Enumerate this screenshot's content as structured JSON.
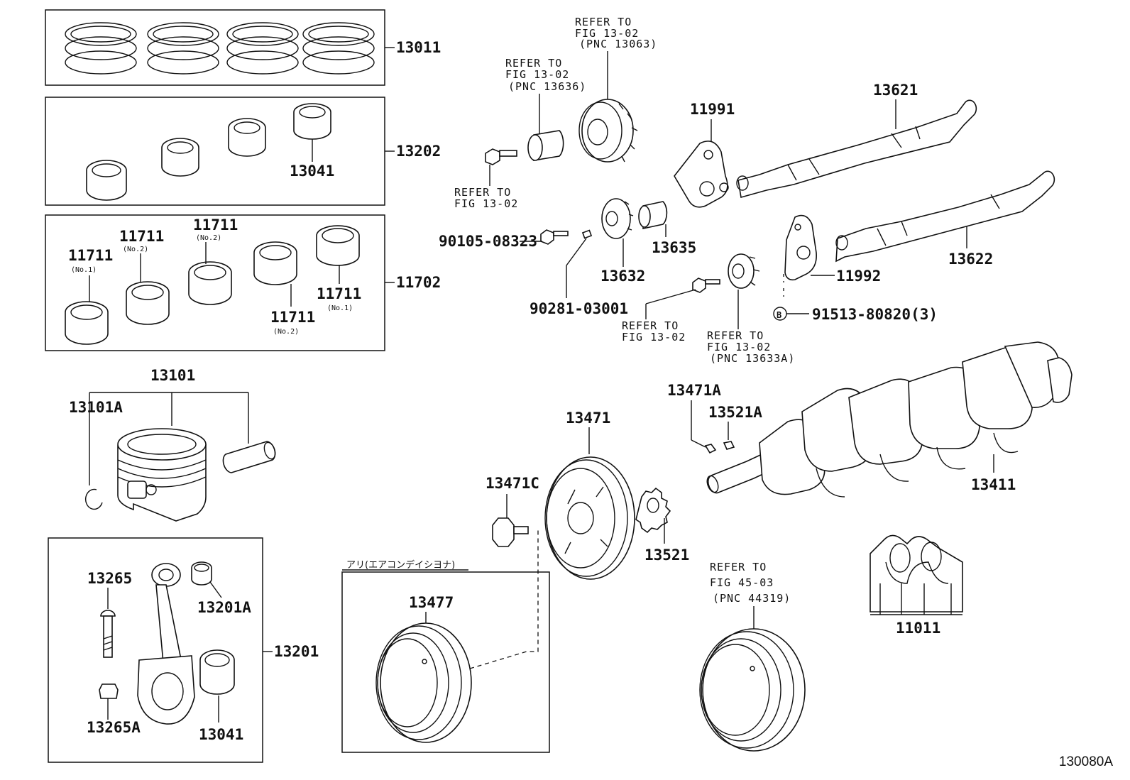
{
  "figure_id": "130080A",
  "boxes": {
    "rings": "13011",
    "main_bearings": "13202",
    "main_bearing_inner": "13041",
    "crank_bearings_group": "11702",
    "conrod_group": "13201"
  },
  "bearings_11711": [
    {
      "part": "11711",
      "note": "(No.1)"
    },
    {
      "part": "11711",
      "note": "(No.2)"
    },
    {
      "part": "11711",
      "note": "(No.2)"
    },
    {
      "part": "11711",
      "note": "(No.2)"
    },
    {
      "part": "11711",
      "note": "(No.1)"
    }
  ],
  "piston": {
    "main": "13101",
    "snap_ring": "13101A"
  },
  "conrod": {
    "bolt": "13265",
    "nut": "13265A",
    "bushing": "13201A",
    "bearing": "13041"
  },
  "ac_option": {
    "caption": "アリ(エアコンデイシヨナ)",
    "pulley": "13477"
  },
  "pulley_parts": {
    "pulley": "13471",
    "bolt": "13471C",
    "key_left": "13471A",
    "key_right": "13521A",
    "gear": "13521",
    "crankshaft": "13411",
    "cap": "11011"
  },
  "balance_shafts": {
    "upper": "13621",
    "lower": "13622",
    "plate_upper": "11991",
    "plate_lower": "11992",
    "gear": "13632",
    "bushing": "13635",
    "bolt": "90105-08323",
    "pin": "90281-03001",
    "screw": "91513-80820(3)",
    "screw_mark": "B"
  },
  "refs": {
    "r1": [
      "REFER TO",
      "FIG 13-02",
      "(PNC 13063)"
    ],
    "r2": [
      "REFER TO",
      "FIG 13-02",
      "(PNC 13636)"
    ],
    "r3": [
      "REFER TO",
      "FIG 13-02"
    ],
    "r4": [
      "REFER TO",
      "FIG 13-02"
    ],
    "r5": [
      "REFER TO",
      "FIG 13-02",
      "(PNC 13633A)"
    ],
    "r6": [
      "REFER TO",
      "FIG 45-03",
      "(PNC 44319)"
    ]
  }
}
